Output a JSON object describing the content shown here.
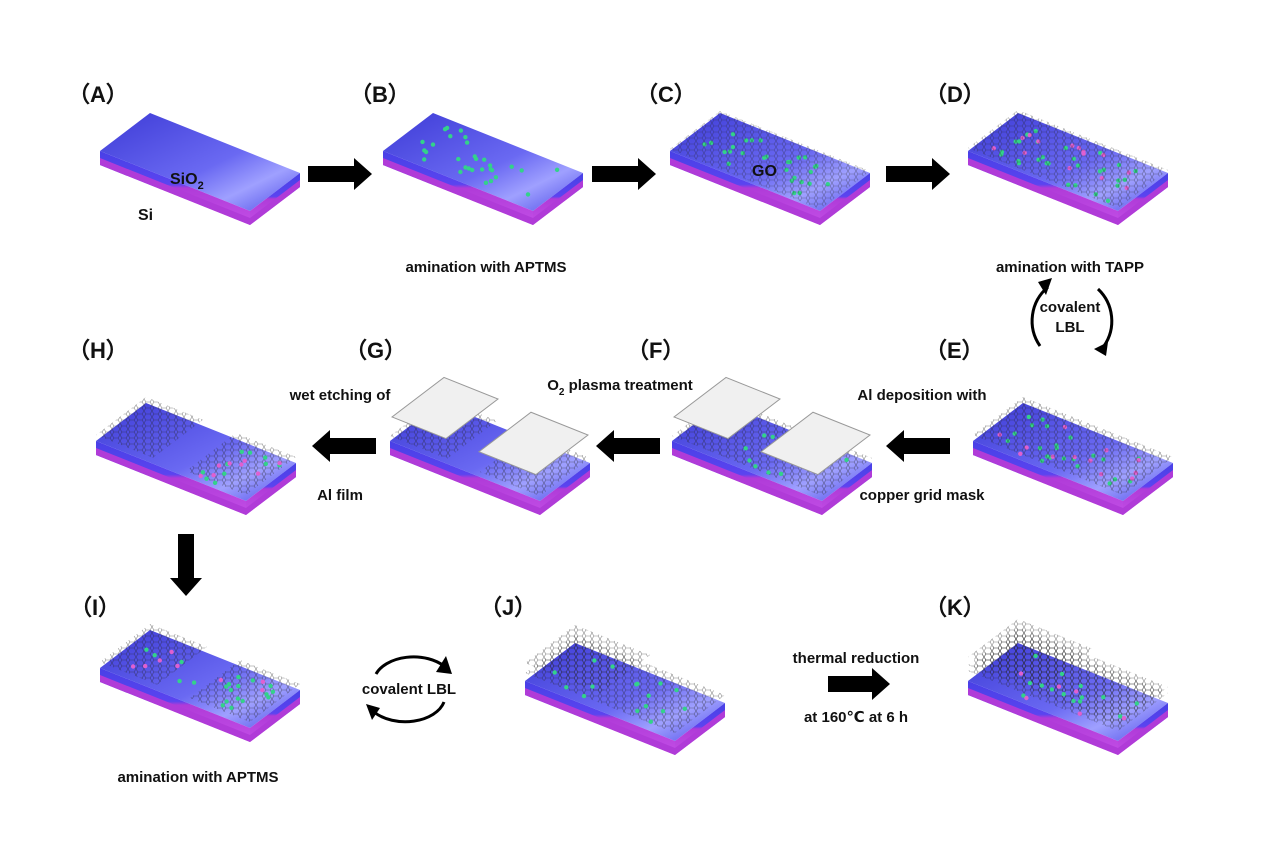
{
  "panels": {
    "A": {
      "label": "（A）"
    },
    "B": {
      "label": "（B）"
    },
    "C": {
      "label": "（C）"
    },
    "D": {
      "label": "（D）"
    },
    "E": {
      "label": "（E）"
    },
    "F": {
      "label": "（F）"
    },
    "G": {
      "label": "（G）"
    },
    "H": {
      "label": "（H）"
    },
    "I": {
      "label": "（I）"
    },
    "J": {
      "label": "（J）"
    },
    "K": {
      "label": "（K）"
    }
  },
  "layer_labels": {
    "sio2_main": "SiO",
    "sio2_sub": "2",
    "si": "Si",
    "go": "GO"
  },
  "captions": {
    "b": "amination with APTMS",
    "d": "amination with TAPP",
    "lbl_top_line1": "covalent",
    "lbl_top_line2": "LBL",
    "e_top": "Al deposition with",
    "e_bottom": "copper grid mask",
    "f_main_pre": "O",
    "f_sub": "2",
    "f_main_post": " plasma treatment",
    "g_top": "wet etching of",
    "g_bottom": "Al film",
    "i": "amination with APTMS",
    "lbl_mid": "covalent LBL",
    "k_top": "thermal reduction",
    "k_bottom": "at 160℃ at 6 h"
  },
  "colors": {
    "sio2_top": "#4f4cf2",
    "sio2_side": "#4a40e0",
    "si": "#b03bd8",
    "aptms_dot": "#33d28a",
    "tapp_dot": "#e060d0",
    "mask": "#f0f0f0",
    "arrow": "#000000"
  }
}
